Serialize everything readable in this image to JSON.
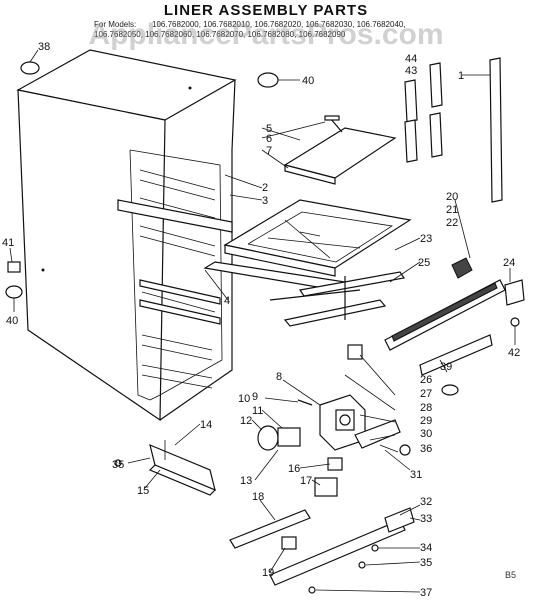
{
  "title": "LINER ASSEMBLY PARTS",
  "models_label": "For Models:",
  "models_line1": "106.7682000, 106.7682010, 106.7682020, 106.7682030, 106.7682040,",
  "models_line2": "106.7682050, 106.7682060, 106.7682070, 106.7682080, 106.7682090",
  "watermark": "AppliancePartsPros.com",
  "corner_code": "B5",
  "callouts": {
    "c1": "1",
    "c2": "2",
    "c3": "3",
    "c4": "4",
    "c5": "5",
    "c6": "6",
    "c7": "7",
    "c8": "8",
    "c9": "9",
    "c10": "10",
    "c11": "11",
    "c12": "12",
    "c13": "13",
    "c14": "14",
    "c15": "15",
    "c16": "16",
    "c17": "17",
    "c18": "18",
    "c19": "19",
    "c20": "20",
    "c21": "21",
    "c22": "22",
    "c23": "23",
    "c24": "24",
    "c25": "25",
    "c26": "26",
    "c27": "27",
    "c28": "28",
    "c29": "29",
    "c30": "30",
    "c31": "31",
    "c32": "32",
    "c33": "33",
    "c34": "34",
    "c35a": "35",
    "c35b": "35",
    "c36": "36",
    "c37": "37",
    "c38": "38",
    "c39": "39",
    "c40a": "40",
    "c40b": "40",
    "c41": "41",
    "c42": "42",
    "c43": "43",
    "c44": "44"
  }
}
